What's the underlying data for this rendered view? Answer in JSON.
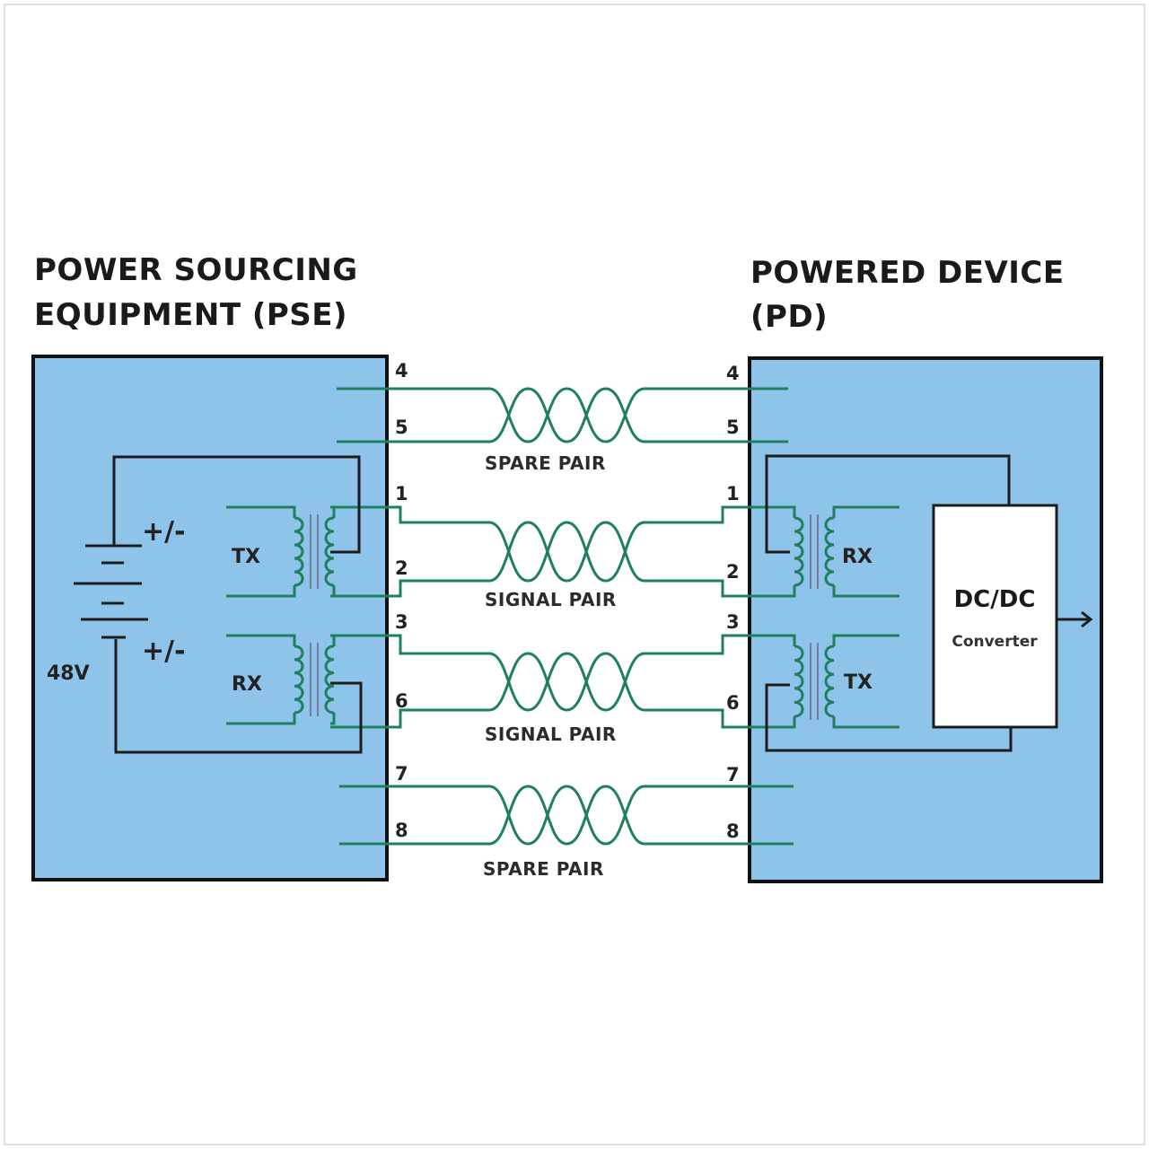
{
  "pse": {
    "title_line1": "POWER SOURCING",
    "title_line2": "EQUIPMENT (PSE)",
    "box_color": "#8fc4ea",
    "battery_label": "48V",
    "polarity_top": "+/-",
    "polarity_bottom": "+/-",
    "transformer_top_label": "TX",
    "transformer_bottom_label": "RX"
  },
  "pd": {
    "title_line1": "POWERED DEVICE",
    "title_line2": "(PD)",
    "box_color": "#8fc4ea",
    "transformer_top_label": "RX",
    "transformer_bottom_label": "TX",
    "converter_title": "DC/DC",
    "converter_subtitle": "Converter",
    "output_arrow_icon": "arrow-right-icon"
  },
  "pins": {
    "left": [
      "4",
      "5",
      "1",
      "2",
      "3",
      "6",
      "7",
      "8"
    ],
    "right": [
      "4",
      "5",
      "1",
      "2",
      "3",
      "6",
      "7",
      "8"
    ]
  },
  "pairs": [
    {
      "label": "SPARE PAIR",
      "pins": [
        "4",
        "5"
      ]
    },
    {
      "label": "SIGNAL PAIR",
      "pins": [
        "1",
        "2"
      ]
    },
    {
      "label": "SIGNAL PAIR",
      "pins": [
        "3",
        "6"
      ]
    },
    {
      "label": "SPARE PAIR",
      "pins": [
        "7",
        "8"
      ]
    }
  ],
  "colors": {
    "wire": "#1f7f5f",
    "outline": "#1c1c1c",
    "background": "#ffffff"
  }
}
